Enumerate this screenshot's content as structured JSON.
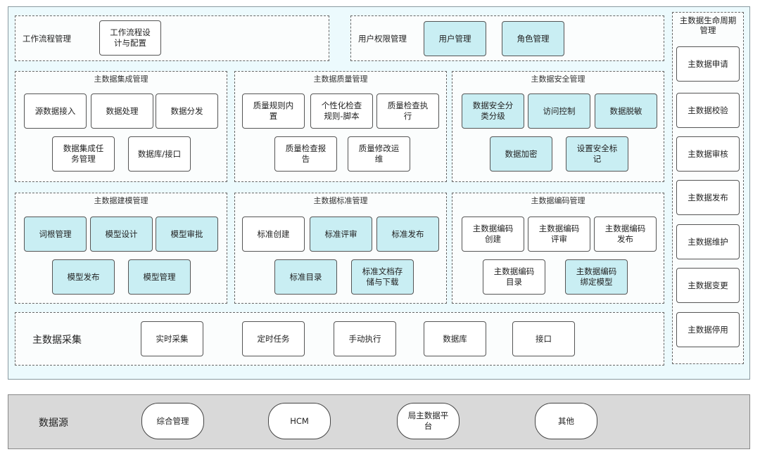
{
  "workflow": {
    "title": "工作流程管理",
    "items": [
      "工作流程设\n计与配置"
    ]
  },
  "user_perm": {
    "title": "用户权限管理",
    "items": [
      "用户管理",
      "角色管理"
    ]
  },
  "integration": {
    "title": "主数据集成管理",
    "items": [
      "源数据接入",
      "数据处理",
      "数据分发",
      "数据集成任\n务管理",
      "数据库/接口"
    ]
  },
  "quality": {
    "title": "主数据质量管理",
    "items": [
      "质量规则内\n置",
      "个性化检查\n规则-脚本",
      "质量检查执\n行",
      "质量检查报\n告",
      "质量修改运\n维"
    ]
  },
  "security": {
    "title": "主数据安全管理",
    "items": [
      "数据安全分\n类分级",
      "访问控制",
      "数据脱敏",
      "数据加密",
      "设置安全标\n记"
    ]
  },
  "modeling": {
    "title": "主数据建模管理",
    "items": [
      "词根管理",
      "模型设计",
      "模型审批",
      "模型发布",
      "模型管理"
    ]
  },
  "standard": {
    "title": "主数据标准管理",
    "items": [
      "标准创建",
      "标准评审",
      "标准发布",
      "标准目录",
      "标准文档存\n储与下载"
    ]
  },
  "coding": {
    "title": "主数据编码管理",
    "items": [
      "主数据编码\n创建",
      "主数据编码\n评审",
      "主数据编码\n发布",
      "主数据编码\n目录",
      "主数据编码\n绑定模型"
    ]
  },
  "collection": {
    "title": "主数据采集",
    "items": [
      "实时采集",
      "定时任务",
      "手动执行",
      "数据库",
      "接口"
    ]
  },
  "lifecycle": {
    "title": "主数据生命周期\n管理",
    "items": [
      "主数据申请",
      "主数据校验",
      "主数据审核",
      "主数据发布",
      "主数据维护",
      "主数据变更",
      "主数据停用"
    ]
  },
  "datasource": {
    "title": "数据源",
    "items": [
      "综合管理",
      "HCM",
      "局主数据平\n台",
      "其他"
    ]
  },
  "colors": {
    "highlight": "#c9eef3",
    "panel": "#ecfafd",
    "bottom": "#d9d9d9"
  }
}
